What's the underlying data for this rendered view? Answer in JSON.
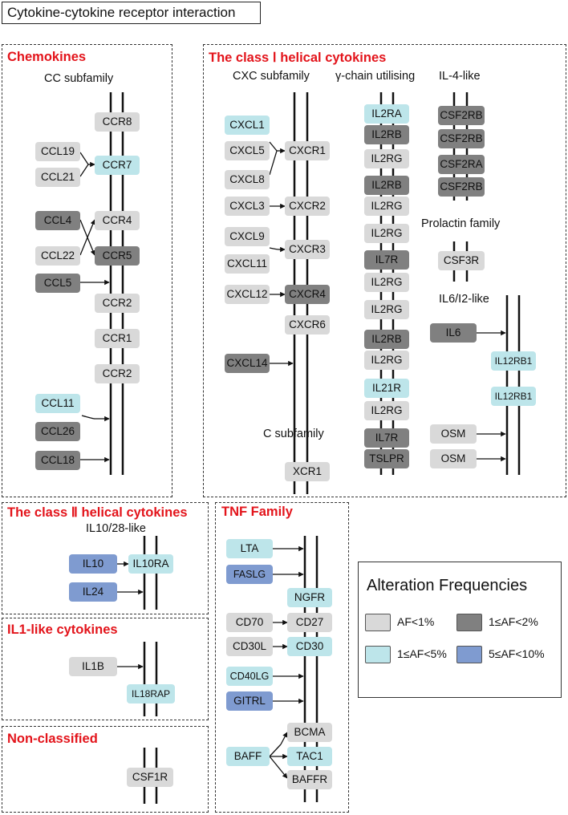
{
  "title": "Cytokine-cytokine receptor interaction",
  "sections": {
    "chemokines": "Chemokines",
    "class1": "The class Ⅰ helical cytokines",
    "class2": "The class Ⅱ helical cytokines",
    "il1": "IL1-like cytokines",
    "nonclassified": "Non-classified",
    "tnf": "TNF Family"
  },
  "subtitles": {
    "cc": "CC subfamily",
    "cxc": "CXC subfamily",
    "gamma": "γ-chain utilising",
    "il4": "IL-4-like",
    "prolactin": "Prolactin family",
    "il6": "IL6/I2-like",
    "c": "C subfamily",
    "il10": "IL10/28-like"
  },
  "nodes": {
    "cc": {
      "ccr8": "CCR8",
      "ccl19": "CCL19",
      "ccr7": "CCR7",
      "ccl21": "CCL21",
      "ccl4": "CCL4",
      "ccr4": "CCR4",
      "ccl22": "CCL22",
      "ccr5": "CCR5",
      "ccl5": "CCL5",
      "ccr2a": "CCR2",
      "ccr1": "CCR1",
      "ccr2b": "CCR2",
      "ccl11": "CCL11",
      "ccl26": "CCL26",
      "ccl18": "CCL18"
    },
    "cxc": {
      "cxcl1": "CXCL1",
      "cxcl5": "CXCL5",
      "cxcr1": "CXCR1",
      "cxcl8": "CXCL8",
      "cxcl3": "CXCL3",
      "cxcr2": "CXCR2",
      "cxcl9": "CXCL9",
      "cxcr3": "CXCR3",
      "cxcl11": "CXCL11",
      "cxcl12": "CXCL12",
      "cxcr4": "CXCR4",
      "cxcr6": "CXCR6",
      "cxcl14": "CXCL14",
      "xcr1": "XCR1"
    },
    "gamma": [
      "IL2RA",
      "IL2RB",
      "IL2RG",
      "IL2RB",
      "IL2RG",
      "IL2RG",
      "IL7R",
      "IL2RG",
      "IL2RG",
      "IL2RB",
      "IL2RG",
      "IL21R",
      "IL2RG",
      "IL7R",
      "TSLPR"
    ],
    "il4": [
      "CSF2RB",
      "CSF2RB",
      "CSF2RA",
      "CSF2RB"
    ],
    "prolactin": {
      "csf3r": "CSF3R"
    },
    "il6": {
      "il6": "IL6",
      "il12rb1a": "IL12RB1",
      "il12rb1b": "IL12RB1",
      "osm1": "OSM",
      "osm2": "OSM"
    },
    "class2": {
      "il10": "IL10",
      "il10ra": "IL10RA",
      "il24": "IL24"
    },
    "il1": {
      "il1b": "IL1B",
      "il18rap": "IL18RAP"
    },
    "nonclassified": {
      "csf1r": "CSF1R"
    },
    "tnf": {
      "lta": "LTA",
      "faslg": "FASLG",
      "ngfr": "NGFR",
      "cd70": "CD70",
      "cd27": "CD27",
      "cd30l": "CD30L",
      "cd30": "CD30",
      "cd40lg": "CD40LG",
      "gitrl": "GITRL",
      "bcma": "BCMA",
      "baff": "BAFF",
      "tac1": "TAC1",
      "baffr": "BAFFR"
    }
  },
  "legend": {
    "title": "Alteration Frequencies",
    "items": [
      {
        "label": "AF<1%",
        "color": "#d9d9d9"
      },
      {
        "label": "1≤AF<2%",
        "color": "#808080"
      },
      {
        "label": "1≤AF<5%",
        "color": "#bde5ea"
      },
      {
        "label": "5≤AF<10%",
        "color": "#7f9bd0"
      }
    ]
  }
}
